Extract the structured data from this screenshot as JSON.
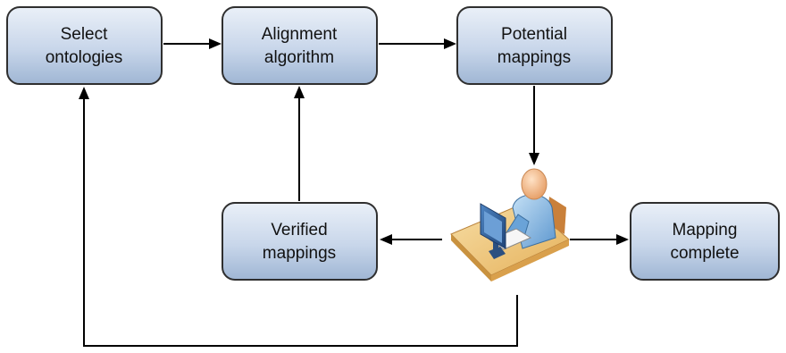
{
  "nodes": {
    "select_ontologies": {
      "line1": "Select",
      "line2": "ontologies"
    },
    "alignment_algorithm": {
      "line1": "Alignment",
      "line2": "algorithm"
    },
    "potential_mappings": {
      "line1": "Potential",
      "line2": "mappings"
    },
    "verified_mappings": {
      "line1": "Verified",
      "line2": "mappings"
    },
    "mapping_complete": {
      "line1": "Mapping",
      "line2": "complete"
    }
  },
  "icons": {
    "user": "user-at-computer-icon"
  },
  "colors": {
    "box_fill_top": "#e3ebf6",
    "box_fill_bottom": "#a9bdd8",
    "box_stroke": "#2f2f2f",
    "arrow": "#000000",
    "desk": "#f0c879",
    "person_shirt": "#7fb3e0",
    "person_skin": "#f2b98a",
    "monitor": "#2f5f99"
  }
}
